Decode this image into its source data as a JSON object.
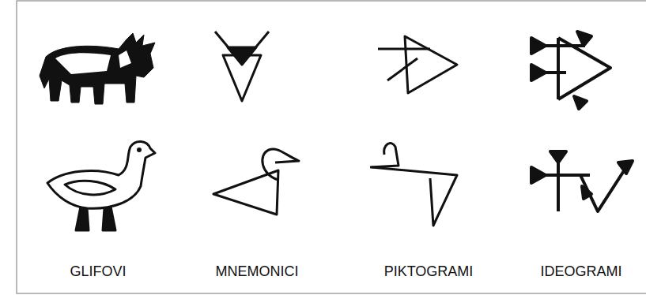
{
  "diagram": {
    "labels": [
      "GLIFOVI",
      "MNEMONICI",
      "PIKTOGRAMI",
      "IDEOGRAMI"
    ]
  }
}
